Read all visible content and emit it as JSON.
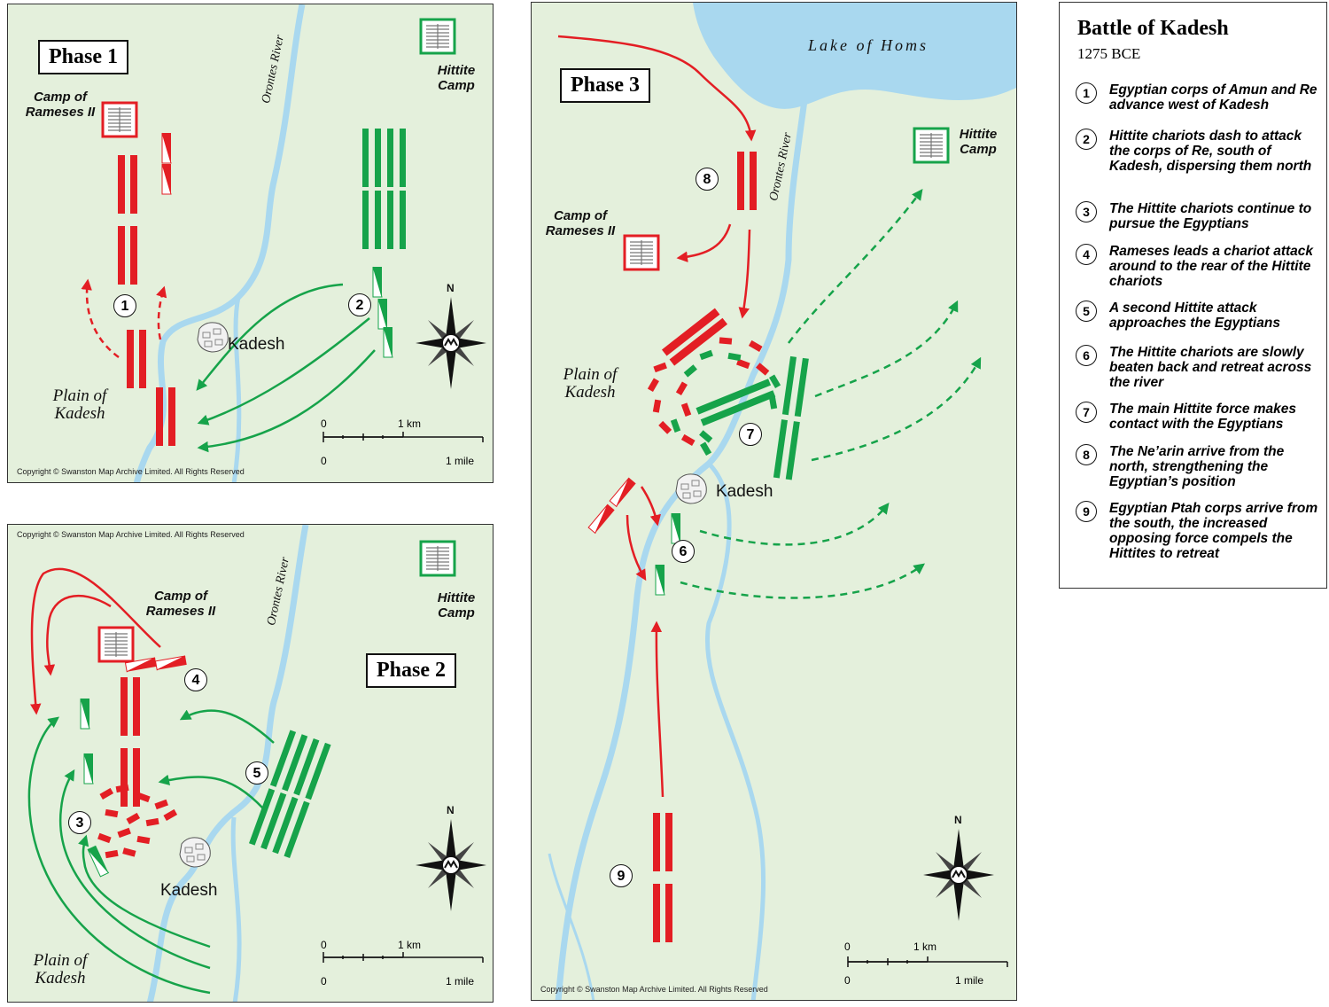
{
  "legend": {
    "title": "Battle of Kadesh",
    "date": "1275 BCE",
    "items": [
      {
        "n": "1",
        "text": "Egyptian corps of Amun and Re advance west of Kadesh"
      },
      {
        "n": "2",
        "text": "Hittite chariots dash to attack the corps of Re, south of Kadesh, dispersing them north"
      },
      {
        "n": "3",
        "text": "The Hittite chariots continue to pursue the Egyptians"
      },
      {
        "n": "4",
        "text": "Rameses leads a chariot attack around to the rear of the Hittite chariots"
      },
      {
        "n": "5",
        "text": "A second Hittite attack approaches the Egyptians"
      },
      {
        "n": "6",
        "text": "The Hittite chariots are slowly beaten back and retreat across the river"
      },
      {
        "n": "7",
        "text": "The main Hittite force makes contact with the Egyptians"
      },
      {
        "n": "8",
        "text": "The Ne’arin arrive from the north, strengthening the Egyptian’s position"
      },
      {
        "n": "9",
        "text": "Egyptian Ptah corps arrive from the south, the increased opposing force compels the Hittites to retreat"
      }
    ]
  },
  "phase1": {
    "title": "Phase 1",
    "camp_rameses": "Camp of Rameses II",
    "hittite_camp": "Hittite Camp",
    "river": "Orontes River",
    "city": "Kadesh",
    "plain": "Plain of Kadesh",
    "markers": [
      "1",
      "2"
    ],
    "scale_km": "1 km",
    "scale_mile": "1 mile",
    "scale_zero": "0",
    "copyright": "Copyright © Swanston Map Archive Limited. All Rights Reserved"
  },
  "phase2": {
    "title": "Phase 2",
    "camp_rameses": "Camp of Rameses II",
    "hittite_camp": "Hittite Camp",
    "river": "Orontes River",
    "city": "Kadesh",
    "plain": "Plain of Kadesh",
    "markers": [
      "3",
      "4",
      "5"
    ],
    "scale_km": "1 km",
    "scale_mile": "1 mile",
    "scale_zero": "0",
    "copyright": "Copyright © Swanston Map Archive Limited. All Rights Reserved"
  },
  "phase3": {
    "title": "Phase 3",
    "lake": "Lake of Homs",
    "camp_rameses": "Camp of Rameses II",
    "hittite_camp": "Hittite Camp",
    "river": "Orontes River",
    "city": "Kadesh",
    "plain": "Plain of Kadesh",
    "markers": [
      "6",
      "7",
      "8",
      "9"
    ],
    "scale_km": "1 km",
    "scale_mile": "1 mile",
    "scale_zero": "0",
    "copyright": "Copyright © Swanston Map Archive Limited. All Rights Reserved"
  },
  "colors": {
    "egyptian": "#e31e24",
    "hittite": "#16a34a",
    "river": "#a9d8ef",
    "land": "#e4f0dc"
  },
  "icons": {
    "compass": "compass-rose-icon",
    "camp": "camp-icon",
    "city": "city-icon"
  }
}
